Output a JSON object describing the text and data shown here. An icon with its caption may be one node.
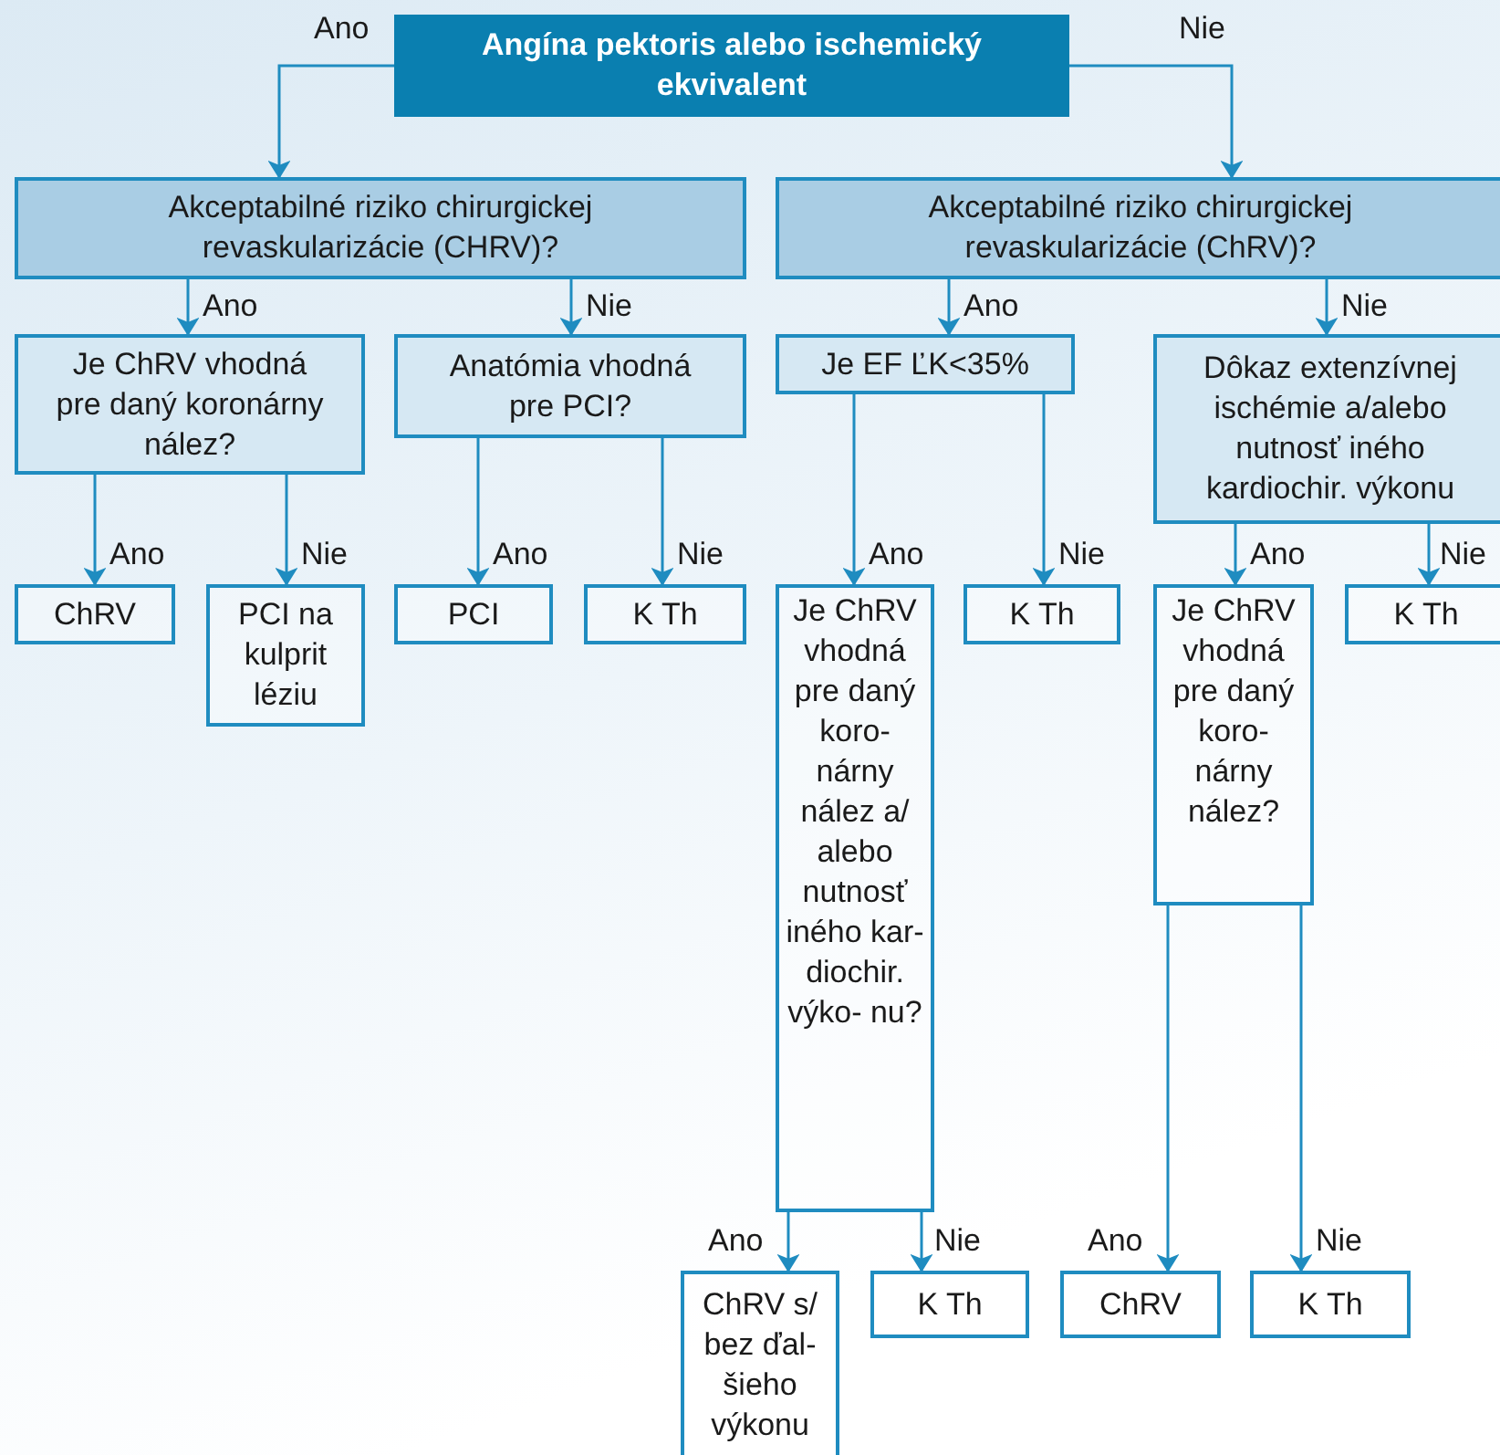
{
  "diagram": {
    "nodes": [
      {
        "text": [
          "Angína pektoris alebo ischemický ekvivalent"
        ]
      },
      {
        "text": [
          "Akceptabilné riziko chirurgickej revaskularizácie (CHRV)?"
        ]
      },
      {
        "text": [
          "Akceptabilné riziko chirurgickej revaskularizácie (ChRV)?"
        ]
      },
      {
        "text": [
          "Je ChRV vhodná pre daný koronárny nález?"
        ]
      },
      {
        "text": [
          "Anatómia vhodná pre PCI?"
        ]
      },
      {
        "text": [
          "Je EF ĽK<35%"
        ]
      },
      {
        "text": [
          "Dôkaz extenzívnej ischémie a/alebo nutnosť iného kardiochir. výkonu"
        ]
      },
      {
        "text": [
          "ChRV"
        ]
      },
      {
        "text": [
          "PCI na kulprit léziu"
        ]
      },
      {
        "text": [
          "PCI"
        ]
      },
      {
        "text": [
          "K Th"
        ]
      },
      {
        "text": [
          "Je ChRV vhodná pre daný koro- nárny nález a/ alebo nutnosť iného kar- diochir. výko- nu?"
        ]
      },
      {
        "text": [
          "K Th"
        ]
      },
      {
        "text": [
          "Je ChRV vhodná pre daný koro- nárny nález?"
        ]
      },
      {
        "text": [
          "K Th"
        ]
      },
      {
        "text": [
          "ChRV s/ bez ďal- šieho výkonu"
        ]
      },
      {
        "text": [
          "K Th"
        ]
      },
      {
        "text": [
          "ChRV"
        ]
      },
      {
        "text": [
          "K Th"
        ]
      }
    ],
    "edges": [
      {
        "from": 0,
        "to": 1,
        "arrow": "to",
        "label": "Ano"
      },
      {
        "from": 0,
        "to": 2,
        "arrow": "to",
        "label": "Nie"
      },
      {
        "from": 1,
        "to": 3,
        "arrow": "to",
        "label": "Ano"
      },
      {
        "from": 1,
        "to": 4,
        "arrow": "to",
        "label": "Nie"
      },
      {
        "from": 2,
        "to": 5,
        "arrow": "to",
        "label": "Ano"
      },
      {
        "from": 2,
        "to": 6,
        "arrow": "to",
        "label": "Nie"
      },
      {
        "from": 3,
        "to": 7,
        "arrow": "to",
        "label": "Ano"
      },
      {
        "from": 3,
        "to": 8,
        "arrow": "to",
        "label": "Nie"
      },
      {
        "from": 4,
        "to": 9,
        "arrow": "to",
        "label": "Ano"
      },
      {
        "from": 4,
        "to": 10,
        "arrow": "to",
        "label": "Nie"
      },
      {
        "from": 5,
        "to": 11,
        "arrow": "to",
        "label": "Ano"
      },
      {
        "from": 5,
        "to": 12,
        "arrow": "to",
        "label": "Nie"
      },
      {
        "from": 6,
        "to": 13,
        "arrow": "to",
        "label": "Ano"
      },
      {
        "from": 6,
        "to": 14,
        "arrow": "to",
        "label": "Nie"
      },
      {
        "from": 11,
        "to": 15,
        "arrow": "to",
        "label": "Ano"
      },
      {
        "from": 11,
        "to": 16,
        "arrow": "to",
        "label": "Nie"
      },
      {
        "from": 13,
        "to": 17,
        "arrow": "to",
        "label": "Ano"
      },
      {
        "from": 13,
        "to": 18,
        "arrow": "to",
        "label": "Nie"
      }
    ]
  }
}
